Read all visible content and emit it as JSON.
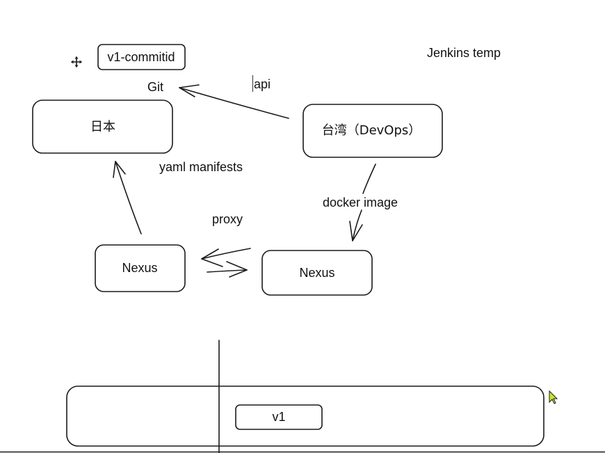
{
  "diagram": {
    "nodes": {
      "commit_tag": "v1-commitid",
      "japan": "日本",
      "taiwan": "台湾（DevOps）",
      "nexus_left": "Nexus",
      "nexus_right": "Nexus",
      "version_tag": "v1"
    },
    "labels": {
      "jenkins": "Jenkins temp",
      "git": "Git",
      "api": "api",
      "yaml": "yaml manifests",
      "docker": "docker image",
      "proxy": "proxy"
    }
  }
}
